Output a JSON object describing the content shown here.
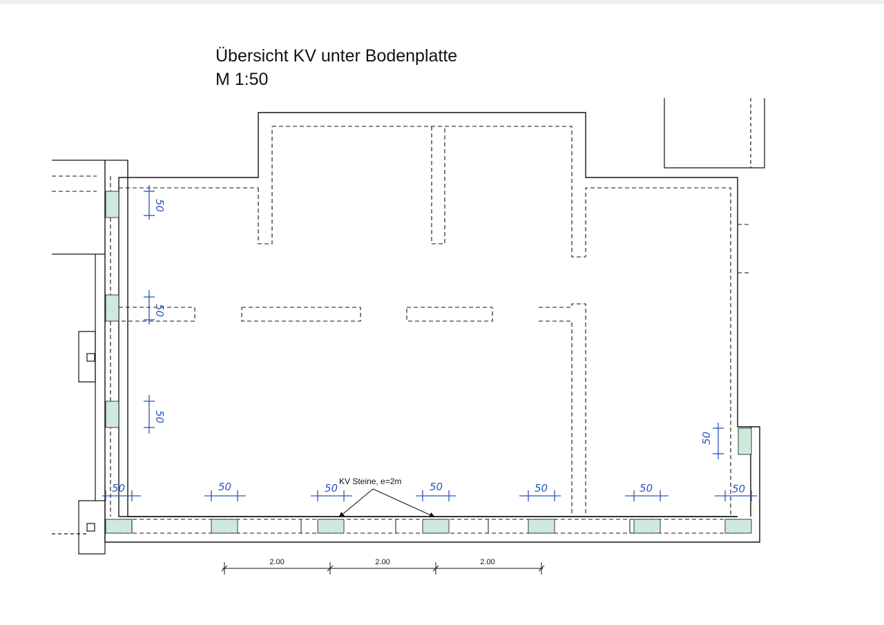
{
  "drawing": {
    "title": "Übersicht KV unter Bodenplatte",
    "scale": "M 1:50"
  },
  "annotation": {
    "text": "KV Steine, e=2m"
  },
  "dimensions": {
    "spacings": [
      "2.00",
      "2.00",
      "2.00"
    ]
  },
  "handwritten": {
    "left_wall": [
      "50",
      "50",
      "50"
    ],
    "bottom_wall": [
      "50",
      "50",
      "50",
      "50",
      "50",
      "50",
      "50"
    ],
    "right_wall": [
      "50"
    ]
  },
  "colors": {
    "line": "#111111",
    "hatch_fill": "#cfe9dc",
    "handwriting": "#2a55b8"
  }
}
